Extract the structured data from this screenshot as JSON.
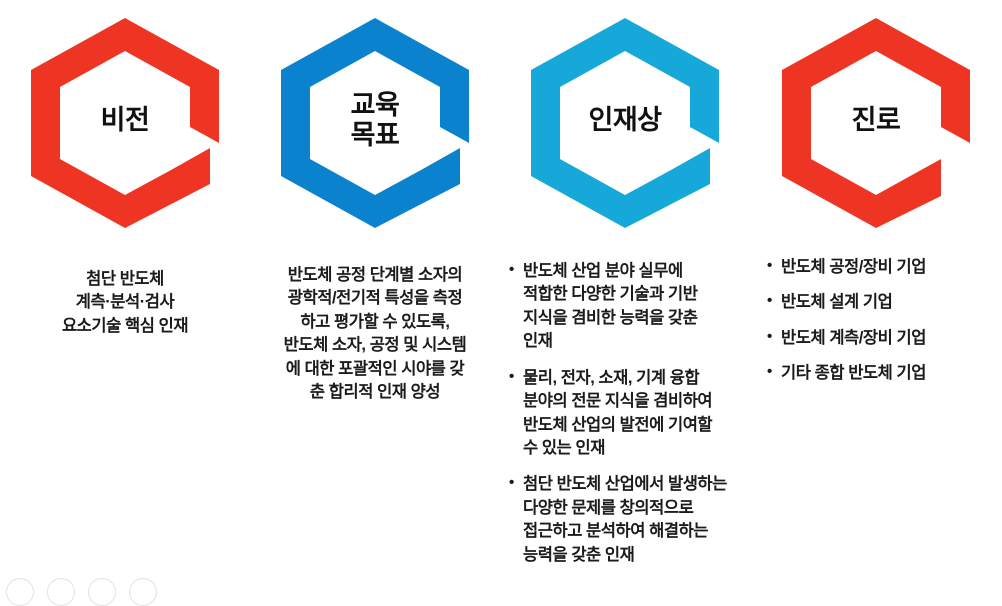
{
  "palette": {
    "red": "#EE3524",
    "blue": "#0B82CE",
    "cyan": "#16A8D8",
    "text": "#1b1b1b",
    "background": "#FFFFFF"
  },
  "columns": [
    {
      "id": "vision",
      "hex_label": "비전",
      "hex_color": "#EE3524",
      "text_style": "centered",
      "text": "첨단 반도체\n계측·분석·검사\n요소기술 핵심 인재"
    },
    {
      "id": "education-goal",
      "hex_label": "교육\n목표",
      "hex_color": "#0B82CE",
      "text_style": "centered",
      "text": "반도체 공정 단계별 소자의\n광학적/전기적 특성을 측정\n하고 평가할 수 있도록,\n반도체 소자, 공정 및 시스템\n에 대한 포괄적인 시야를 갖\n춘 합리적 인재 양성"
    },
    {
      "id": "talent-profile",
      "hex_label": "인재상",
      "hex_color": "#16A8D8",
      "text_style": "bullets",
      "bullets": [
        "반도체 산업 분야 실무에\n적합한 다양한 기술과 기반\n지식을 겸비한 능력을 갖춘\n인재",
        "물리, 전자, 소재, 기계 융합\n분야의 전문 지식을 겸비하여\n반도체 산업의 발전에 기여할\n수 있는 인재",
        "첨단 반도체 산업에서 발생하는\n다양한 문제를 창의적으로\n접근하고 분석하여 해결하는\n능력을 갖춘 인재"
      ]
    },
    {
      "id": "career-path",
      "hex_label": "진로",
      "hex_color": "#EE3524",
      "text_style": "bullets",
      "bullets": [
        "반도체 공정/장비 기업",
        "반도체 설계 기업",
        "반도체 계측/장비 기업",
        "기타 종합 반도체 기업"
      ]
    }
  ]
}
